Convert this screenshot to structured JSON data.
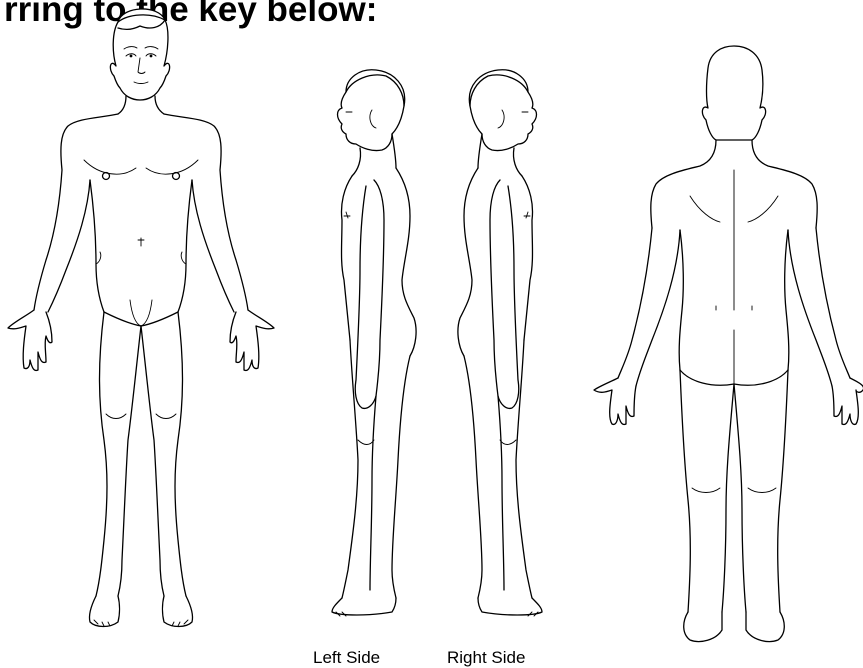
{
  "heading": "rring to the key below:",
  "labels": {
    "left_side": "Left Side",
    "right_side": "Right Side"
  },
  "figures": [
    "front-view",
    "left-side-view",
    "right-side-view",
    "back-view"
  ]
}
